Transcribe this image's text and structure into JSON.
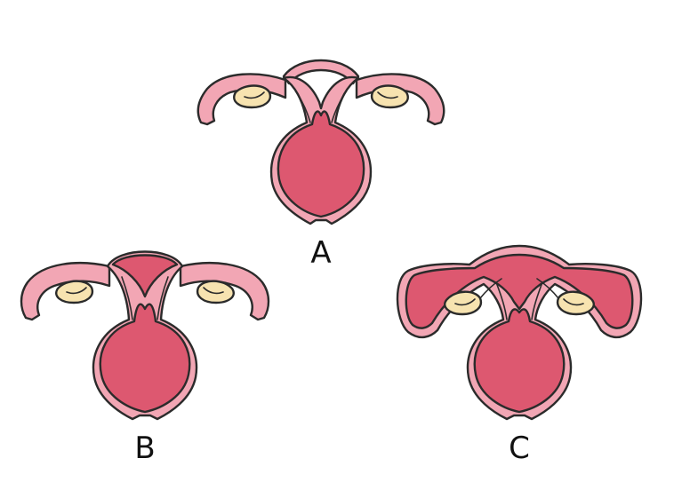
{
  "figures": [
    {
      "id": "A",
      "label": "A"
    },
    {
      "id": "B",
      "label": "B"
    },
    {
      "id": "C",
      "label": "C"
    }
  ],
  "colors": {
    "wall": "#f2a6b4",
    "cavity": "#dd5870",
    "ovary": "#f7e3b0",
    "outline": "#2b2b2b"
  }
}
